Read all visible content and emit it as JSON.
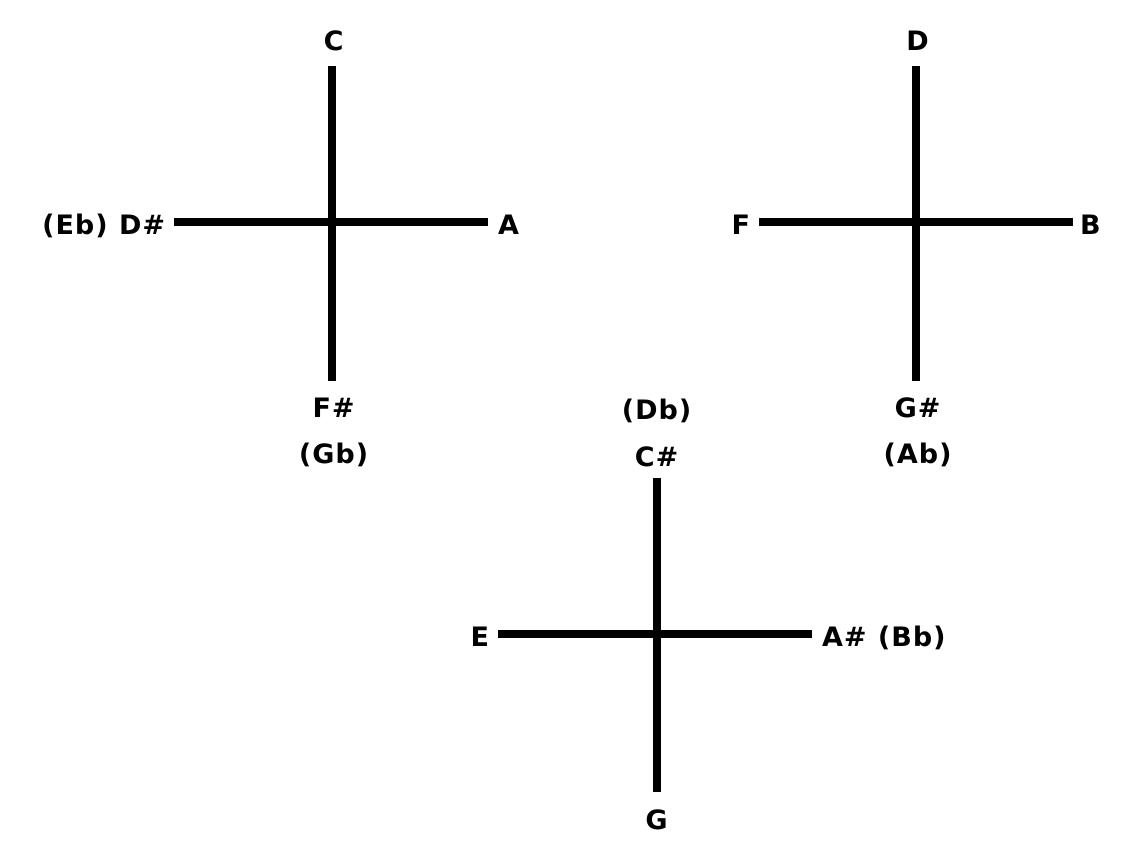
{
  "colors": {
    "background": "#ffffff",
    "ink": "#000000"
  },
  "crosses": [
    {
      "top": [
        "C"
      ],
      "right": [
        "A"
      ],
      "bottom": [
        "F#",
        "(Gb)"
      ],
      "left": [
        "(Eb) D#"
      ]
    },
    {
      "top": [
        "D"
      ],
      "right": [
        "B"
      ],
      "bottom": [
        "G#",
        "(Ab)"
      ],
      "left": [
        "F"
      ]
    },
    {
      "top": [
        "(Db)",
        "C#"
      ],
      "right": [
        "A# (Bb)"
      ],
      "bottom": [
        "G"
      ],
      "left": [
        "E"
      ]
    }
  ]
}
